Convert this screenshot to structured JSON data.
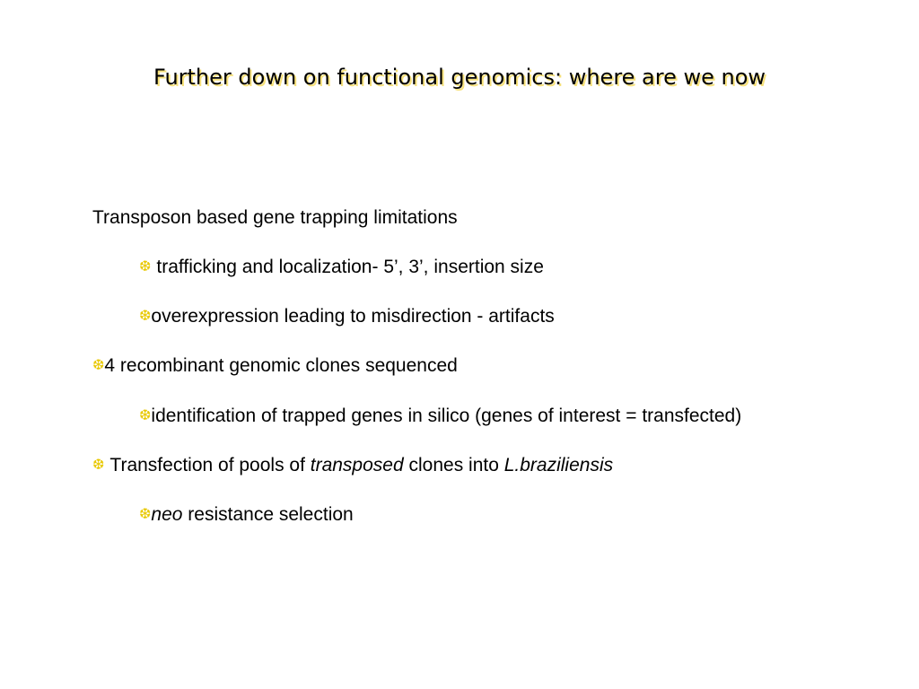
{
  "slide": {
    "title": "Further down on functional genomics: where are we now",
    "bullet_icon": "snowflake-icon",
    "bullet_glyph": "❆",
    "bullet_color": "#e8c800",
    "lines": [
      {
        "text": "Transposon based gene trapping limitations"
      },
      {
        "text": "trafficking and localization- 5’, 3’, insertion size"
      },
      {
        "text": "overexpression leading to misdirection -  artifacts"
      },
      {
        "text": "4 recombinant genomic clones sequenced"
      },
      {
        "text": "identification of trapped genes in silico (genes of interest = transfected)"
      },
      {
        "part1": "Transfection of pools of ",
        "part2_italic": "transposed",
        "part3": " clones into ",
        "part4_italic": "L.braziliensis"
      },
      {
        "part1_italic": "neo",
        "part2": " resistance selection"
      }
    ]
  }
}
